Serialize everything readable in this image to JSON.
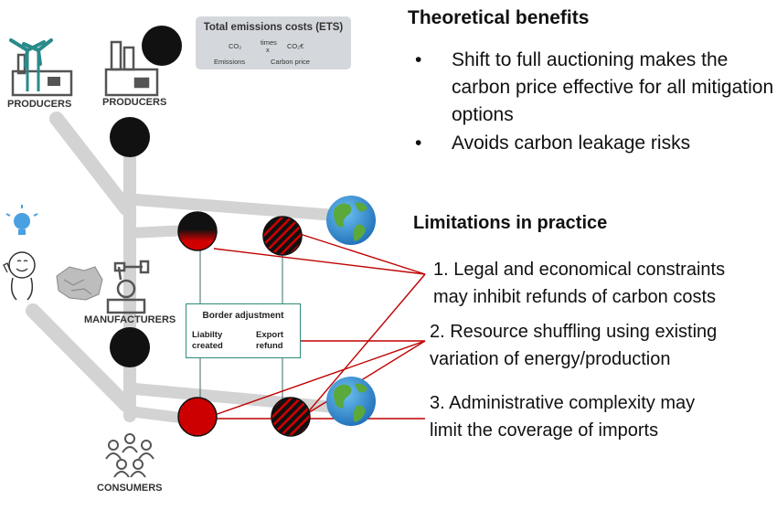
{
  "ets": {
    "title": "Total emissions costs (ETS)",
    "co2_left": "CO₂",
    "times": "times",
    "x": "x",
    "co2_right": "CO₂€",
    "emissions": "Emissions",
    "carbon_price": "Carbon price"
  },
  "labels": {
    "producers_left": "PRODUCERS",
    "producers_right": "PRODUCERS",
    "manufacturers": "MANUFACTURERS",
    "consumers": "CONSUMERS"
  },
  "border_adjustment": {
    "title": "Border adjustment",
    "liability_line1": "Liabilty",
    "liability_line2": "created",
    "export_line1": "Export",
    "export_line2": "refund"
  },
  "benefits": {
    "heading": "Theoretical benefits",
    "items": [
      "Shift to full  auctioning makes the carbon price effective for all mitigation options",
      "Avoids carbon leakage risks"
    ]
  },
  "limitations": {
    "heading": "Limitations in practice",
    "item1_line1": "1. Legal and economical constraints",
    "item1_line2": "may inhibit refunds of carbon costs",
    "item2_line1": "2. Resource shuffling using existing",
    "item2_line2": "variation of energy/production",
    "item3_line1": "3. Administrative complexity may",
    "item3_line2": "limit the coverage of imports"
  },
  "colors": {
    "flow_grey": "#d3d3d3",
    "node_black": "#111111",
    "node_red": "#cc0000",
    "red_line": "#c00000",
    "teal": "#2e8b7a",
    "icon_grey": "#4a4a4a"
  }
}
